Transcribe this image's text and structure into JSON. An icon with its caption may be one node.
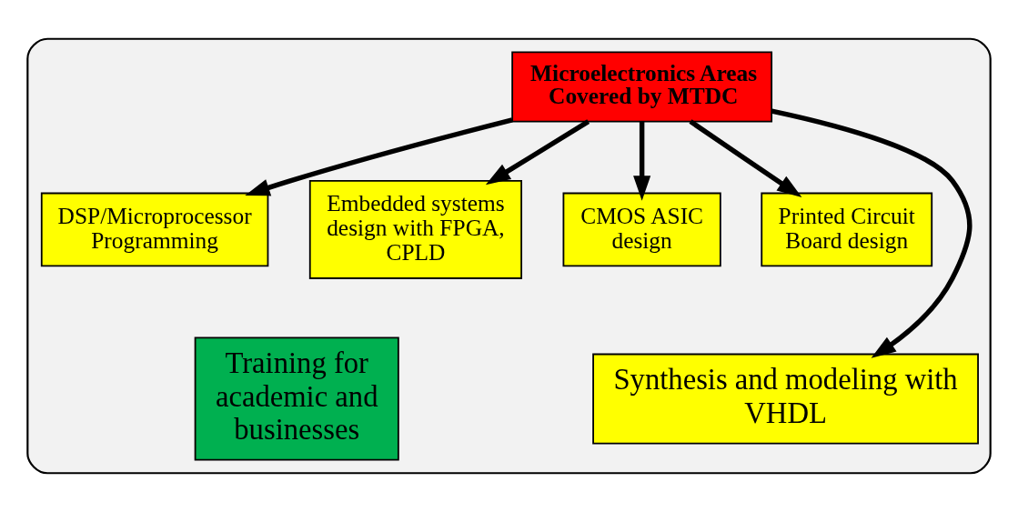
{
  "diagram": {
    "nodes": [
      {
        "text": [],
        "shape": "box"
      },
      {
        "text": [
          "Microelectronics Areas Covered by MTDC"
        ],
        "in": 0
      },
      {
        "text": [
          "DSP/Microprocessor Programming"
        ],
        "in": 0
      },
      {
        "text": [
          "Embedded systems design with FPGA, CPLD"
        ],
        "in": 0
      },
      {
        "text": [
          "CMOS ASIC design"
        ],
        "in": 0
      },
      {
        "text": [
          "Printed Circuit Board design"
        ],
        "in": 0
      },
      {
        "text": [
          "Synthesis and modeling with VHDL"
        ],
        "in": 0
      },
      {
        "text": [
          "Training for academic and businesses"
        ],
        "in": 0
      }
    ],
    "edges": [
      {
        "from": 1,
        "to": 2,
        "arrow": "to"
      },
      {
        "from": 1,
        "to": 3,
        "arrow": "to"
      },
      {
        "from": 1,
        "to": 4,
        "arrow": "to"
      },
      {
        "from": 1,
        "to": 5,
        "arrow": "to"
      },
      {
        "from": 1,
        "to": 6,
        "arrow": "to"
      }
    ]
  }
}
